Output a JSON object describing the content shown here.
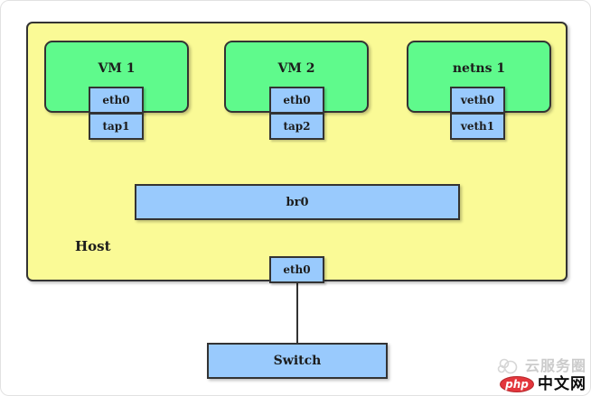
{
  "diagram": {
    "host": {
      "label": "Host",
      "vms": [
        {
          "label": "VM 1",
          "interfaces": [
            {
              "label": "eth0"
            },
            {
              "label": "tap1"
            }
          ]
        },
        {
          "label": "VM 2",
          "interfaces": [
            {
              "label": "eth0"
            },
            {
              "label": "tap2"
            }
          ]
        },
        {
          "label": "netns 1",
          "interfaces": [
            {
              "label": "veth0"
            },
            {
              "label": "veth1"
            }
          ]
        }
      ],
      "bridge": {
        "label": "br0"
      },
      "nic": {
        "label": "eth0"
      }
    },
    "switch": {
      "label": "Switch"
    },
    "colors": {
      "host_fill": "#FAFA96",
      "vm_fill": "#5FFA8C",
      "node_fill": "#99CAFD",
      "border": "#333333"
    }
  },
  "watermark": {
    "line1": "云服务圈",
    "badge": "php",
    "line2": "中文网",
    "badge_color": "#E3363C",
    "line1_color": "#CBCBCB"
  }
}
